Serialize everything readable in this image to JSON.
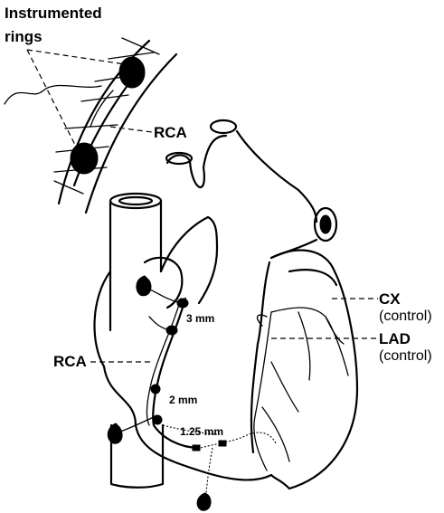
{
  "labels": {
    "instrumented": "Instrumented",
    "rings": "rings",
    "rca_top": "RCA",
    "rca_left": "RCA",
    "cx": "CX",
    "cx_control": "(control)",
    "lad": "LAD",
    "lad_control": "(control)",
    "d3": "3 mm",
    "d2": "2 mm",
    "d125": "1.25 mm"
  }
}
